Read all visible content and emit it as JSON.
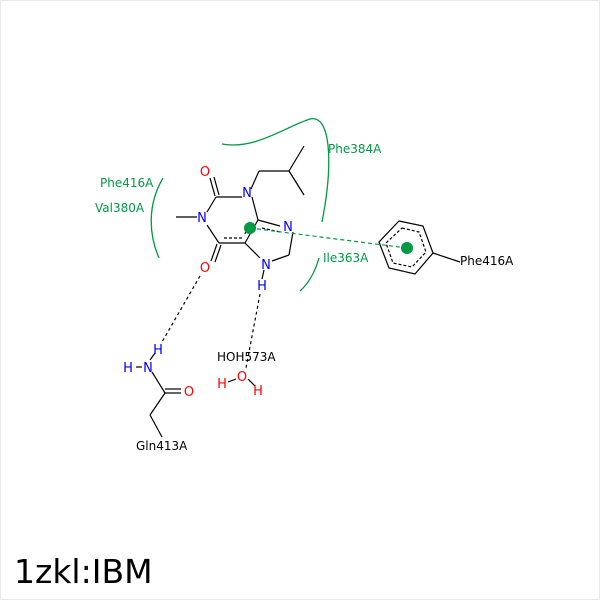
{
  "caption": "1zkl:IBM",
  "colors": {
    "carbon_bond": "#000000",
    "nitrogen": "#0000ff",
    "oxygen": "#ff0000",
    "hydrophobic": "#009944",
    "hbond": "#000000",
    "residue_text": "#000000",
    "hydrophobic_text": "#009944"
  },
  "atoms": {
    "o_top": "O",
    "n1": "N",
    "n_left": "N",
    "o_bottom": "O",
    "n_imid_top": "N",
    "n_imid_bot": "N",
    "h_imid": "H",
    "gln_n": "N",
    "gln_h_left": "H",
    "gln_h_top": "H",
    "gln_o": "O",
    "water_o": "O",
    "water_h_left": "H",
    "water_h_right": "H"
  },
  "labels": {
    "phe384": "Phe384A",
    "phe416_arc": "Phe416A",
    "val380": "Val380A",
    "ile363": "Ile363A",
    "phe416_ring": "Phe416A",
    "water": "HOH573A",
    "gln413": "Gln413A"
  }
}
